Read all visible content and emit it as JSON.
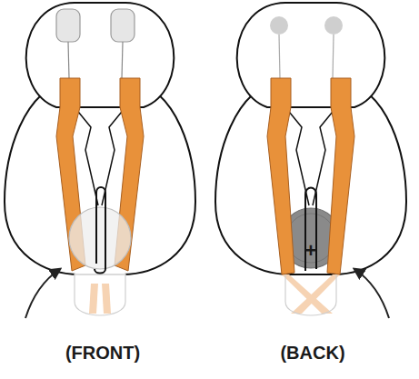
{
  "diagram": {
    "labels": [
      "(FRONT)",
      "(BACK)",
      "+"
    ]
  }
}
